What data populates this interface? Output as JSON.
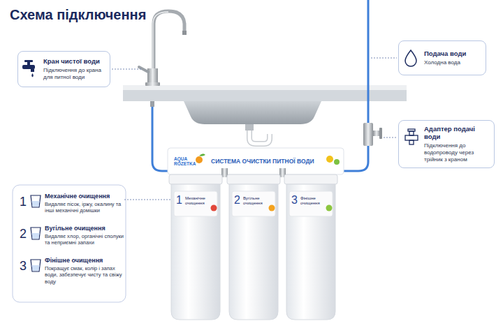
{
  "diagram": {
    "title": "Схема підключення",
    "nodes": [
      {
        "text": [
          "Кран чистої води",
          "Підключення до крана для питної води"
        ]
      },
      {
        "text": [
          "Подача води",
          "Холодна вода"
        ]
      },
      {
        "text": [
          "Адаптер подачі води",
          "Підключення до водопроводу через трійник з краном"
        ]
      },
      {
        "text": [
          "AQUA ROZETKA",
          "СИСТЕМА ОЧИСТКИ ПИТНОЇ ВОДИ"
        ]
      },
      {
        "text": [
          "1",
          "Механічне очищення"
        ]
      },
      {
        "text": [
          "2",
          "Вугільне очищення"
        ]
      },
      {
        "text": [
          "3",
          "Фінішне очищення"
        ]
      },
      {
        "text": [
          "Механічне очищення",
          "Видаляє пісок, іржу, окалину та інші механічні домішки"
        ]
      },
      {
        "text": [
          "Вугільне очищення",
          "Видаляє хлор, органічні сполуки та неприємні запахи"
        ]
      },
      {
        "text": [
          "Фінішне очищення",
          "Покращує смак, колір і запах води, забезпечує чисту та свіжу воду"
        ]
      }
    ],
    "edges": [
      {
        "from": 7,
        "to": 4,
        "arrow": "none"
      }
    ],
    "labels": [
      "1",
      "2",
      "3"
    ]
  }
}
